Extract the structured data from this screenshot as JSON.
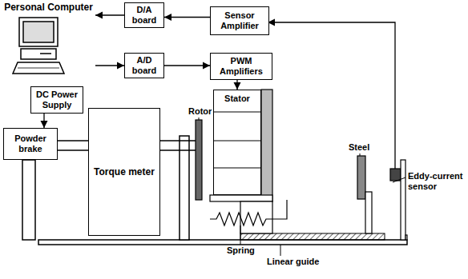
{
  "diagram": {
    "nodes": [
      {
        "text": [
          "Personal Computer"
        ]
      },
      {
        "text": [
          "D/A board"
        ]
      },
      {
        "text": [
          "Sensor Amplifier"
        ]
      },
      {
        "text": [
          "A/D board"
        ]
      },
      {
        "text": [
          "PWM Amplifiers"
        ]
      },
      {
        "text": [
          "DC Power Supply"
        ]
      },
      {
        "text": [
          "Powder brake"
        ]
      },
      {
        "text": [
          "Torque meter"
        ]
      },
      {
        "text": [
          "Stator"
        ]
      }
    ],
    "edges": [
      {
        "from": 1,
        "to": 0,
        "arrow": "to"
      },
      {
        "from": 2,
        "to": 1,
        "arrow": "to"
      },
      {
        "from": 0,
        "to": 3,
        "arrow": "to"
      },
      {
        "from": 3,
        "to": 4,
        "arrow": "to"
      },
      {
        "from": 4,
        "to": 8,
        "arrow": "to"
      },
      {
        "from": 5,
        "to": 6,
        "arrow": "to"
      }
    ],
    "labels": [
      "Rotor",
      "Steel",
      "Eddy-current sensor",
      "Spring",
      "Linear guide"
    ]
  }
}
